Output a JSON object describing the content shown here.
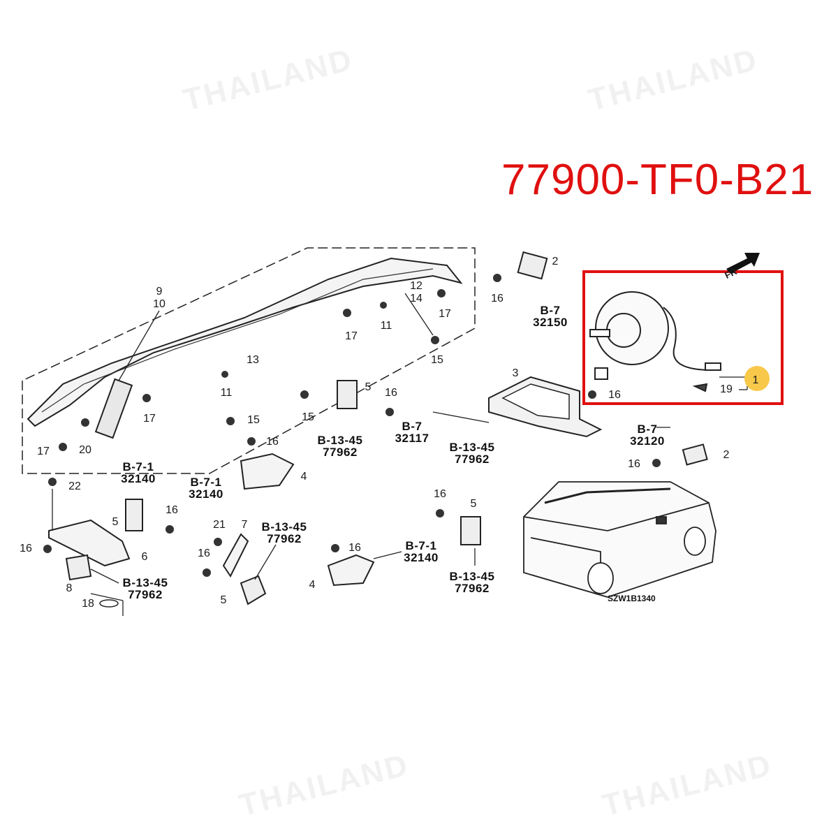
{
  "title": "77900-TF0-B21",
  "diagram_code": "SZW1B1340",
  "watermark": "THAILAND",
  "front_marker": "FR",
  "highlight_color": "#e01010",
  "callout_color": "#f7c84a",
  "part_numbers": [
    "9",
    "10",
    "12",
    "14",
    "2",
    "16",
    "17",
    "17",
    "11",
    "15",
    "13",
    "11",
    "17",
    "15",
    "15",
    "17",
    "20",
    "5",
    "16",
    "3",
    "16",
    "19",
    "1",
    "16",
    "4",
    "22",
    "16",
    "5",
    "16",
    "6",
    "8",
    "18",
    "21",
    "7",
    "16",
    "5",
    "16",
    "4",
    "16",
    "5",
    "16",
    "2"
  ],
  "references": [
    {
      "section": "B-7",
      "code": "32150"
    },
    {
      "section": "B-7",
      "code": "32117"
    },
    {
      "section": "B-13-45",
      "code": "77962"
    },
    {
      "section": "B-13-45",
      "code": "77962"
    },
    {
      "section": "B-7",
      "code": "32120"
    },
    {
      "section": "B-7-1",
      "code": "32140"
    },
    {
      "section": "B-7-1",
      "code": "32140"
    },
    {
      "section": "B-13-45",
      "code": "77962"
    },
    {
      "section": "B-13-45",
      "code": "77962"
    },
    {
      "section": "B-7-1",
      "code": "32140"
    },
    {
      "section": "B-13-45",
      "code": "77962"
    }
  ]
}
